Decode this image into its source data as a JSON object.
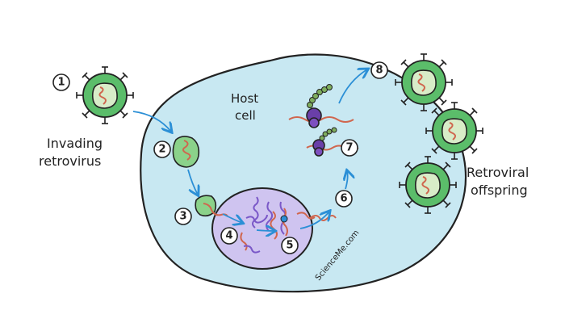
{
  "labels": {
    "invading": [
      "Invading",
      "retrovirus"
    ],
    "host": [
      "Host",
      "cell"
    ],
    "offspring": [
      "Retroviral",
      "offspring"
    ],
    "watermark": "ScienceMe.com"
  },
  "steps": [
    "1",
    "2",
    "3",
    "4",
    "5",
    "6",
    "7",
    "8"
  ],
  "colors": {
    "cell": "#c8e8f2",
    "nucleus": "#cfc4f0",
    "virus": "#5bbd6a",
    "capsid": "#d8ecc8",
    "rna": "#d0664e",
    "dna": "#7a58c8",
    "arrow": "#2b8fd6",
    "ribosome": "#6a3fa8",
    "protein": "#7fae5e"
  }
}
